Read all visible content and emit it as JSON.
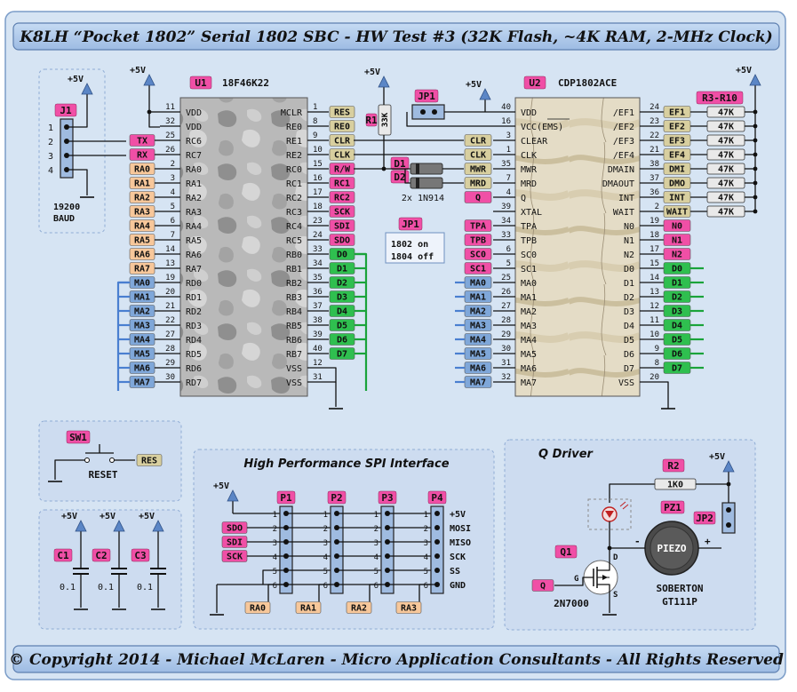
{
  "title": "K8LH “Pocket 1802” Serial 1802 SBC - HW Test #3 (32K Flash, ~4K RAM, 2-MHz Clock)",
  "footer": "© Copyright 2014 - Michael McLaren - Micro Application Consultants - All Rights Reserved",
  "power_label": "+5V",
  "j1": {
    "ref": "J1",
    "pins": [
      "1",
      "2",
      "3",
      "4"
    ],
    "baud_line1": "19200",
    "baud_line2": "BAUD"
  },
  "u1": {
    "ref": "U1",
    "part": "18F46K22",
    "left_pins": [
      {
        "num": "11",
        "name": "VDD",
        "net": ""
      },
      {
        "num": "32",
        "name": "VDD",
        "net": ""
      },
      {
        "num": "25",
        "name": "RC6",
        "net": "TX"
      },
      {
        "num": "26",
        "name": "RC7",
        "net": "RX"
      },
      {
        "num": "2",
        "name": "RA0",
        "net": "RA0"
      },
      {
        "num": "3",
        "name": "RA1",
        "net": "RA1"
      },
      {
        "num": "4",
        "name": "RA2",
        "net": "RA2"
      },
      {
        "num": "5",
        "name": "RA3",
        "net": "RA3"
      },
      {
        "num": "6",
        "name": "RA4",
        "net": "RA4"
      },
      {
        "num": "7",
        "name": "RA5",
        "net": "RA5"
      },
      {
        "num": "14",
        "name": "RA6",
        "net": "RA6"
      },
      {
        "num": "13",
        "name": "RA7",
        "net": "RA7"
      },
      {
        "num": "19",
        "name": "RD0",
        "net": "MA0"
      },
      {
        "num": "20",
        "name": "RD1",
        "net": "MA1"
      },
      {
        "num": "21",
        "name": "RD2",
        "net": "MA2"
      },
      {
        "num": "22",
        "name": "RD3",
        "net": "MA3"
      },
      {
        "num": "27",
        "name": "RD4",
        "net": "MA4"
      },
      {
        "num": "28",
        "name": "RD5",
        "net": "MA5"
      },
      {
        "num": "29",
        "name": "RD6",
        "net": "MA6"
      },
      {
        "num": "30",
        "name": "RD7",
        "net": "MA7"
      }
    ],
    "right_pins": [
      {
        "num": "1",
        "name": "MCLR",
        "net": "RES"
      },
      {
        "num": "8",
        "name": "RE0",
        "net": "RE0"
      },
      {
        "num": "9",
        "name": "RE1",
        "net": "CLR"
      },
      {
        "num": "10",
        "name": "RE2",
        "net": "CLK"
      },
      {
        "num": "15",
        "name": "RC0",
        "net": "R/W"
      },
      {
        "num": "16",
        "name": "RC1",
        "net": "RC1"
      },
      {
        "num": "17",
        "name": "RC2",
        "net": "RC2"
      },
      {
        "num": "18",
        "name": "RC3",
        "net": "SCK"
      },
      {
        "num": "23",
        "name": "RC4",
        "net": "SDI"
      },
      {
        "num": "24",
        "name": "RC5",
        "net": "SDO"
      },
      {
        "num": "33",
        "name": "RB0",
        "net": "D0"
      },
      {
        "num": "34",
        "name": "RB1",
        "net": "D1"
      },
      {
        "num": "35",
        "name": "RB2",
        "net": "D2"
      },
      {
        "num": "36",
        "name": "RB3",
        "net": "D3"
      },
      {
        "num": "37",
        "name": "RB4",
        "net": "D4"
      },
      {
        "num": "38",
        "name": "RB5",
        "net": "D5"
      },
      {
        "num": "39",
        "name": "RB6",
        "net": "D6"
      },
      {
        "num": "40",
        "name": "RB7",
        "net": "D7"
      },
      {
        "num": "12",
        "name": "VSS",
        "net": ""
      },
      {
        "num": "31",
        "name": "VSS",
        "net": ""
      }
    ]
  },
  "u2": {
    "ref": "U2",
    "part": "CDP1802ACE",
    "left_pins": [
      {
        "num": "40",
        "name": "VDD",
        "net": ""
      },
      {
        "num": "16",
        "name": "VCC(EMS)",
        "net": ""
      },
      {
        "num": "3",
        "name": "CLEAR",
        "net": "CLR"
      },
      {
        "num": "1",
        "name": "CLK",
        "net": "CLK"
      },
      {
        "num": "35",
        "name": "MWR",
        "net": "MWR"
      },
      {
        "num": "7",
        "name": "MRD",
        "net": "MRD"
      },
      {
        "num": "4",
        "name": "Q",
        "net": "Q"
      },
      {
        "num": "39",
        "name": "XTAL",
        "net": ""
      },
      {
        "num": "34",
        "name": "TPA",
        "net": "TPA"
      },
      {
        "num": "33",
        "name": "TPB",
        "net": "TPB"
      },
      {
        "num": "6",
        "name": "SC0",
        "net": "SC0"
      },
      {
        "num": "5",
        "name": "SC1",
        "net": "SC1"
      },
      {
        "num": "25",
        "name": "MA0",
        "net": "MA0"
      },
      {
        "num": "26",
        "name": "MA1",
        "net": "MA1"
      },
      {
        "num": "27",
        "name": "MA2",
        "net": "MA2"
      },
      {
        "num": "28",
        "name": "MA3",
        "net": "MA3"
      },
      {
        "num": "29",
        "name": "MA4",
        "net": "MA4"
      },
      {
        "num": "30",
        "name": "MA5",
        "net": "MA5"
      },
      {
        "num": "31",
        "name": "MA6",
        "net": "MA6"
      },
      {
        "num": "32",
        "name": "MA7",
        "net": "MA7"
      }
    ],
    "right_pins": [
      {
        "num": "24",
        "name": "/EF1",
        "net": "EF1"
      },
      {
        "num": "23",
        "name": "/EF2",
        "net": "EF2"
      },
      {
        "num": "22",
        "name": "/EF3",
        "net": "EF3"
      },
      {
        "num": "21",
        "name": "/EF4",
        "net": "EF4"
      },
      {
        "num": "38",
        "name": "DMAIN",
        "net": "DMI"
      },
      {
        "num": "37",
        "name": "DMAOUT",
        "net": "DMO"
      },
      {
        "num": "36",
        "name": "INT",
        "net": "INT"
      },
      {
        "num": "2",
        "name": "WAIT",
        "net": "WAIT"
      },
      {
        "num": "19",
        "name": "N0",
        "net": "N0"
      },
      {
        "num": "18",
        "name": "N1",
        "net": "N1"
      },
      {
        "num": "17",
        "name": "N2",
        "net": "N2"
      },
      {
        "num": "15",
        "name": "D0",
        "net": "D0"
      },
      {
        "num": "14",
        "name": "D1",
        "net": "D1"
      },
      {
        "num": "13",
        "name": "D2",
        "net": "D2"
      },
      {
        "num": "12",
        "name": "D3",
        "net": "D3"
      },
      {
        "num": "11",
        "name": "D4",
        "net": "D4"
      },
      {
        "num": "10",
        "name": "D5",
        "net": "D5"
      },
      {
        "num": "9",
        "name": "D6",
        "net": "D6"
      },
      {
        "num": "8",
        "name": "D7",
        "net": "D7"
      },
      {
        "num": "20",
        "name": "VSS",
        "net": ""
      }
    ]
  },
  "resistor_pack": {
    "ref": "R3-R10",
    "value": "47K"
  },
  "r1": {
    "ref": "R1",
    "value": "33K"
  },
  "jp1": {
    "ref": "JP1",
    "note_line1": "1802 on",
    "note_line2": "1804 off"
  },
  "diodes": {
    "d1": "D1",
    "d2": "D2",
    "part": "2x 1N914"
  },
  "sw1": {
    "ref": "SW1",
    "label": "RESET",
    "net": "RES"
  },
  "caps": [
    {
      "ref": "C1",
      "value": "0.1"
    },
    {
      "ref": "C2",
      "value": "0.1"
    },
    {
      "ref": "C3",
      "value": "0.1"
    }
  ],
  "spi": {
    "title": "High Performance SPI Interface",
    "headers": [
      "P1",
      "P2",
      "P3",
      "P4"
    ],
    "pin_numbers": [
      "1",
      "2",
      "3",
      "4",
      "5",
      "6"
    ],
    "signals": [
      "+5V",
      "MOSI",
      "MISO",
      "SCK",
      "SS",
      "GND"
    ],
    "left_nets": [
      "SDO",
      "SDI",
      "SCK"
    ],
    "cs_nets": [
      "RA0",
      "RA1",
      "RA2",
      "RA3"
    ]
  },
  "qdriver": {
    "title": "Q Driver",
    "r2": "R2",
    "r2_value": "1K0",
    "pz1": "PZ1",
    "piezo_label": "PIEZO",
    "piezo_minus": "-",
    "piezo_plus": "+",
    "maker": "SOBERTON",
    "model": "GT111P",
    "jp2": "JP2",
    "q1": "Q1",
    "q1_part": "2N7000",
    "q_net": "Q",
    "g": "G",
    "d": "D",
    "s": "S"
  },
  "colors": {
    "bg_panel": "#d6e4f3",
    "panel_border": "#7a9cc8",
    "tag_pink": "#f04fa6",
    "tag_orange": "#f7c79a",
    "tag_blue": "#7fa7d9",
    "tag_green": "#2fbf4f",
    "tag_tan": "#d8cf9f",
    "wire_blue": "#4a7fd0",
    "wire_green": "#1aa33a",
    "power_blue": "#5b86c6"
  }
}
